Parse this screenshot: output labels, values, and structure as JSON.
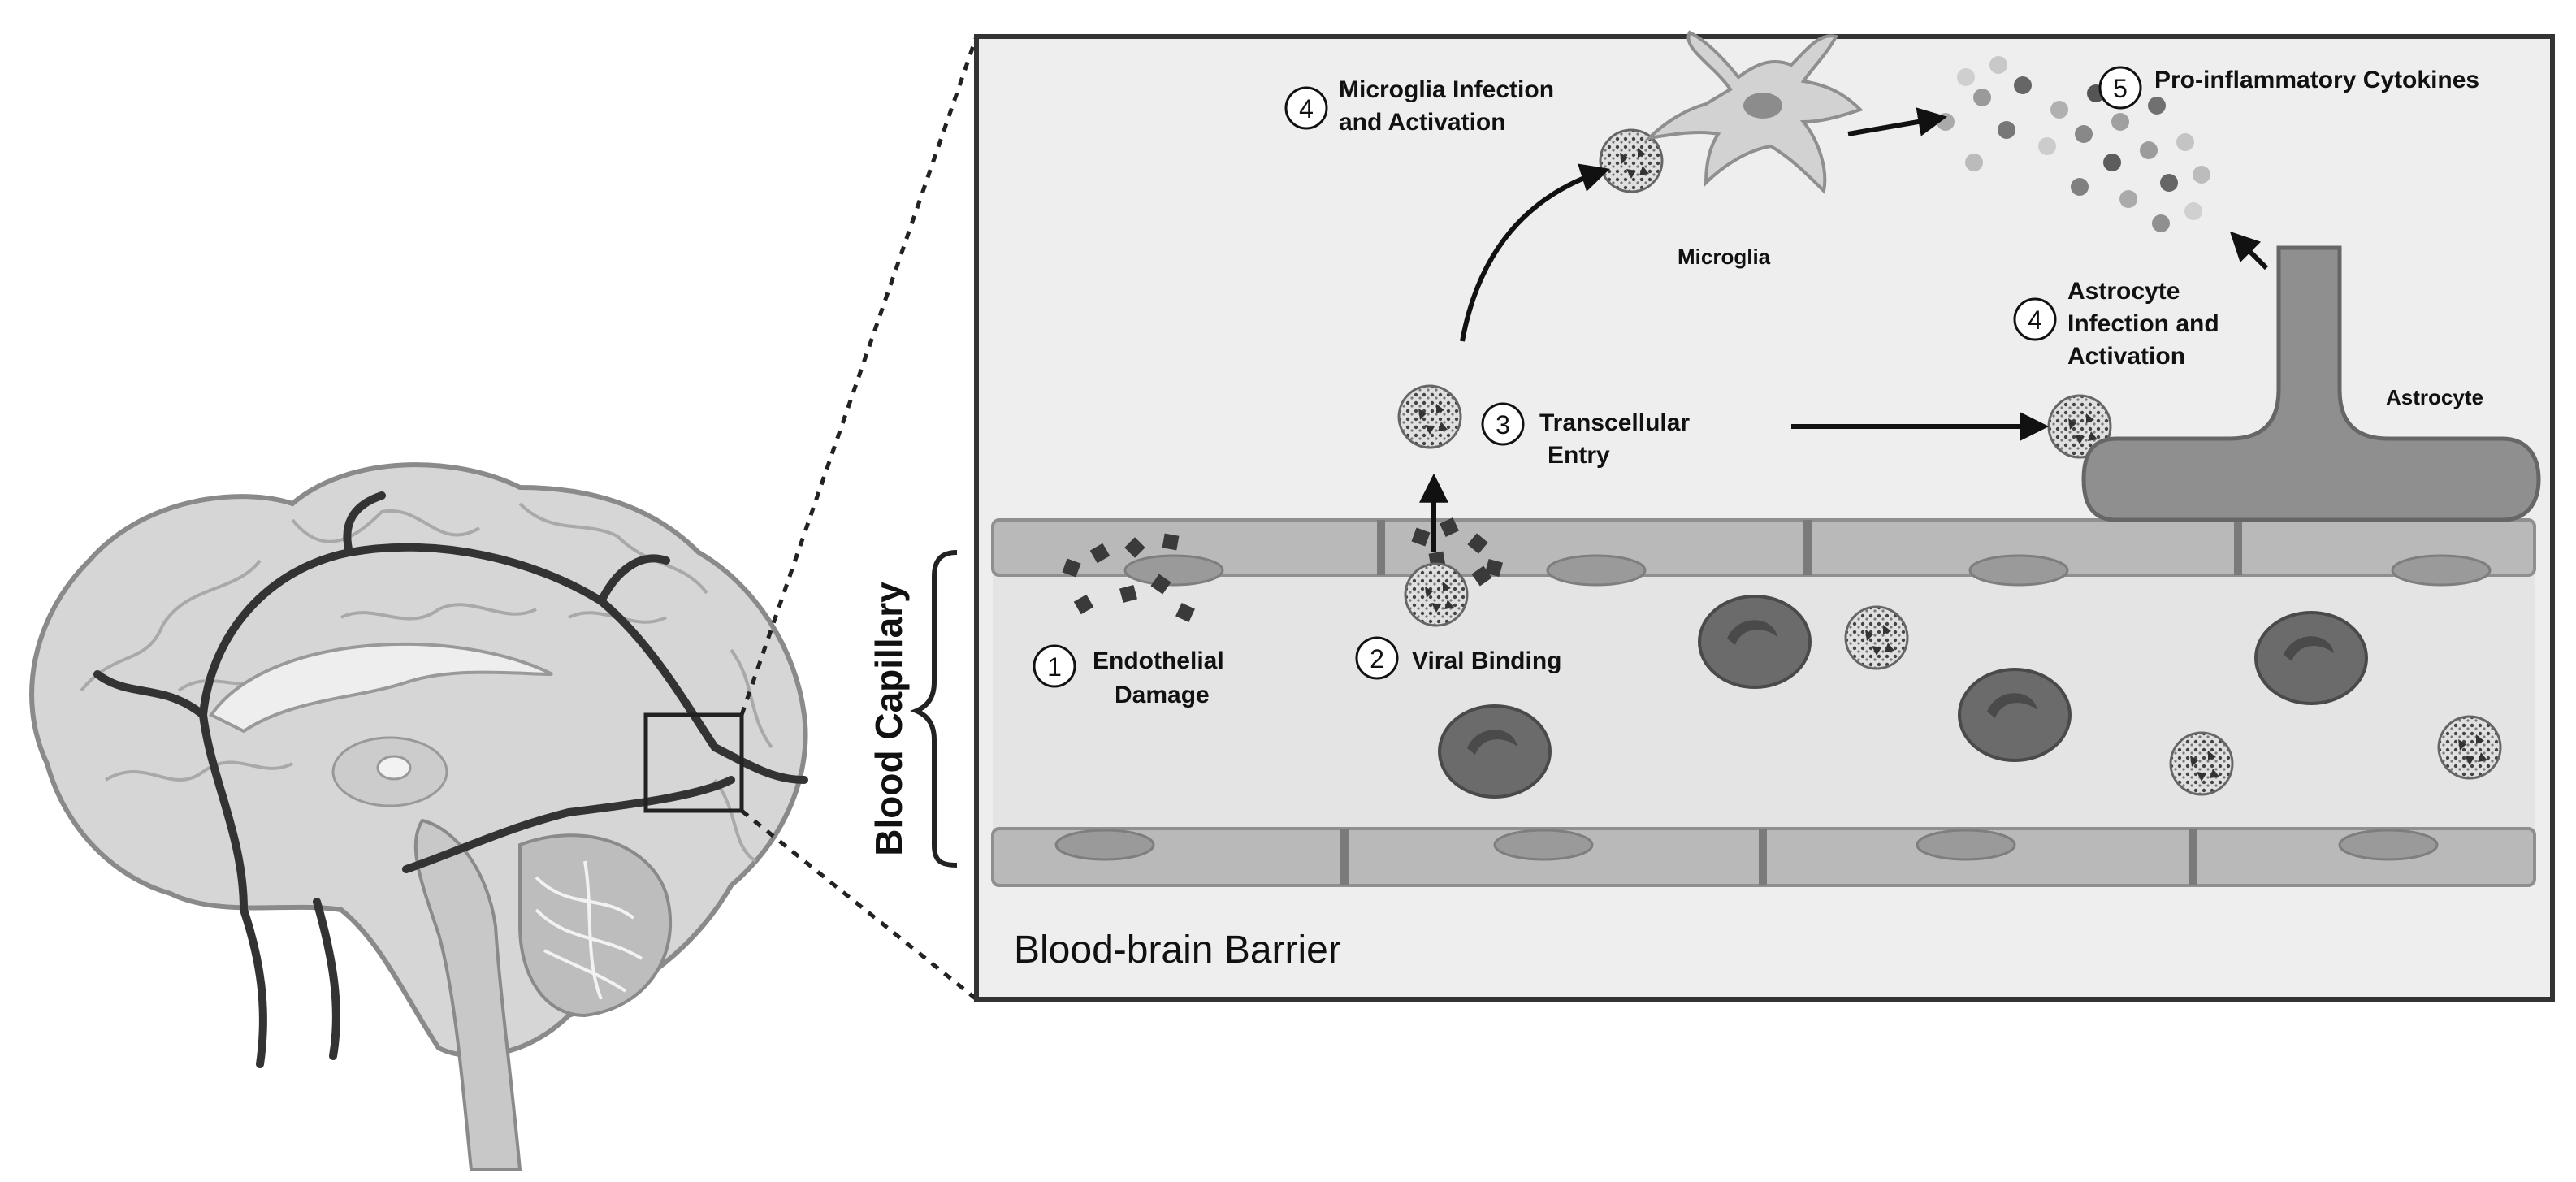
{
  "side_label": "Blood Capillary",
  "region_label": "Blood-brain Barrier",
  "steps": [
    {
      "number": "1",
      "line1": "Endothelial",
      "line2": "Damage"
    },
    {
      "number": "2",
      "line1": "Viral Binding",
      "line2": ""
    },
    {
      "number": "3",
      "line1": "Transcellular",
      "line2": "Entry"
    },
    {
      "number": "4",
      "line1": "Microglia Infection",
      "line2": "and Activation"
    },
    {
      "number": "4",
      "line1": "Astrocyte",
      "line2": "Infection and",
      "line3": "Activation"
    },
    {
      "number": "5",
      "line1": "Pro-inflammatory Cytokines",
      "line2": ""
    }
  ],
  "cells": {
    "microglia": "Microglia",
    "astrocyte": "Astrocyte"
  },
  "colors": {
    "panel_bg": "#eeeeee",
    "vessel_wall": "#b9b9b9",
    "vessel_lumen": "#e4e4e4",
    "nucleus": "#9a9a9a",
    "rbc": "#6b6b6b",
    "astrocyte": "#8f8f8f",
    "brain": "#d6d6d6",
    "vessels_dark": "#333333"
  }
}
